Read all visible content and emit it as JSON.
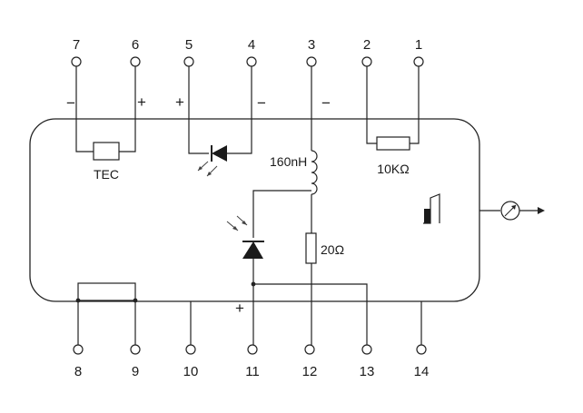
{
  "pins_top": [
    {
      "num": "7",
      "sign": "−"
    },
    {
      "num": "6",
      "sign": "+"
    },
    {
      "num": "5",
      "sign": "+"
    },
    {
      "num": "4",
      "sign": "−"
    },
    {
      "num": "3",
      "sign": "−"
    },
    {
      "num": "2",
      "sign": ""
    },
    {
      "num": "1",
      "sign": ""
    }
  ],
  "pins_bottom": [
    {
      "num": "8"
    },
    {
      "num": "9"
    },
    {
      "num": "10"
    },
    {
      "num": "11",
      "sign": "+"
    },
    {
      "num": "12"
    },
    {
      "num": "13"
    },
    {
      "num": "14"
    }
  ],
  "components": {
    "tec": "TEC",
    "inductor": "160nH",
    "thermistor": "10KΩ",
    "resistor": "20Ω"
  },
  "icons": {
    "laser_diode": "laser-diode-icon",
    "photodiode": "photodiode-icon",
    "isolator": "isolator-icon",
    "fiber_output": "fiber-output-icon"
  }
}
